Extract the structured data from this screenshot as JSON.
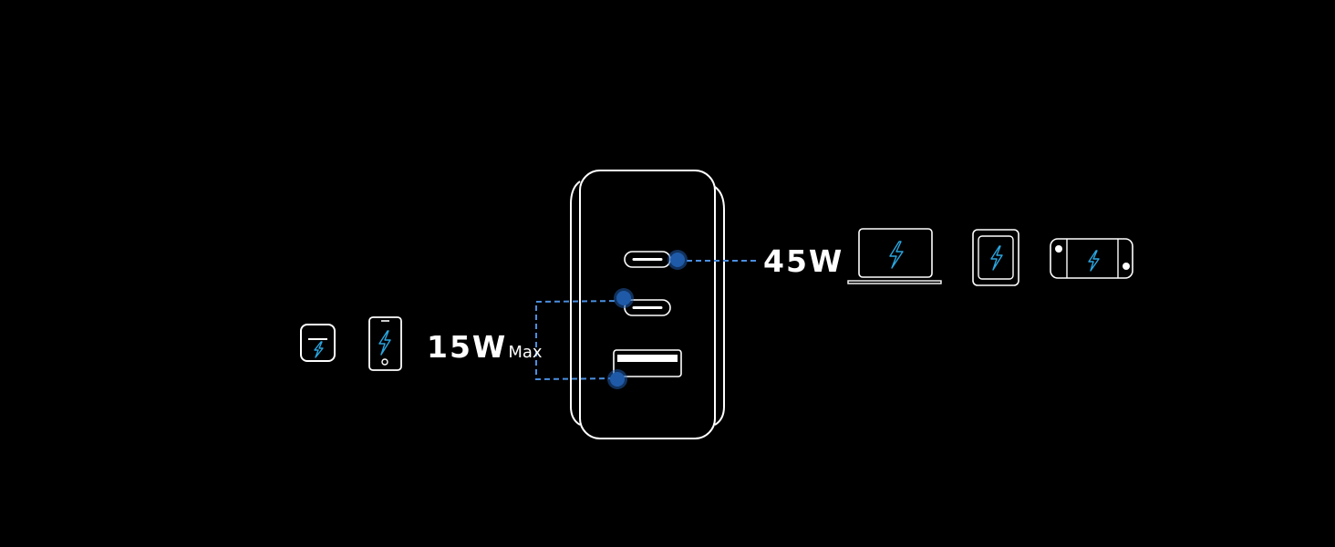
{
  "high_power": {
    "watts": "45W"
  },
  "low_power": {
    "watts": "15W",
    "suffix": "Max"
  },
  "devices_high": [
    "laptop-icon",
    "tablet-icon",
    "handheld-console-icon"
  ],
  "devices_low": [
    "smartwatch-icon",
    "smartphone-icon"
  ],
  "ports": [
    "usb-c-port-1",
    "usb-c-port-2",
    "usb-a-port"
  ],
  "colors": {
    "background": "#000000",
    "outline": "#ffffff",
    "accent_bolt": "#2aa6e0",
    "connector_line": "#4a8fe0",
    "port_dot": "#1f5aa8"
  }
}
